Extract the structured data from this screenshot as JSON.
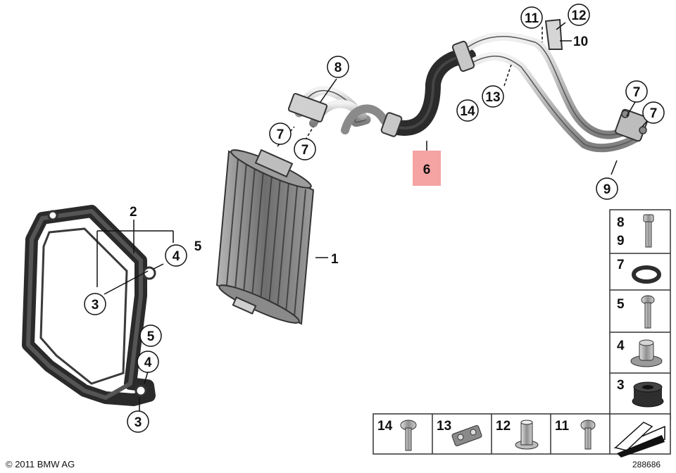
{
  "callouts": {
    "c1": "1",
    "c2": "2",
    "c3a": "3",
    "c3b": "3",
    "c4a": "4",
    "c4b": "4",
    "c5a": "5",
    "c5b": "5",
    "c6": "6",
    "c7a": "7",
    "c7b": "7",
    "c7c": "7",
    "c7d": "7",
    "c8": "8",
    "c9": "9",
    "c10": "10",
    "c11": "11",
    "c12": "12",
    "c13": "13",
    "c14": "14"
  },
  "highlight_color": "#f5a3a3",
  "legend_side": {
    "row1_a": "8",
    "row1_b": "9",
    "row2": "7",
    "row3": "5",
    "row4": "4",
    "row5": "3"
  },
  "legend_bottom": {
    "cell1": "14",
    "cell2": "13",
    "cell3": "12",
    "cell4": "11"
  },
  "copyright": "© 2011 BMW AG",
  "diagram_id": "288686"
}
